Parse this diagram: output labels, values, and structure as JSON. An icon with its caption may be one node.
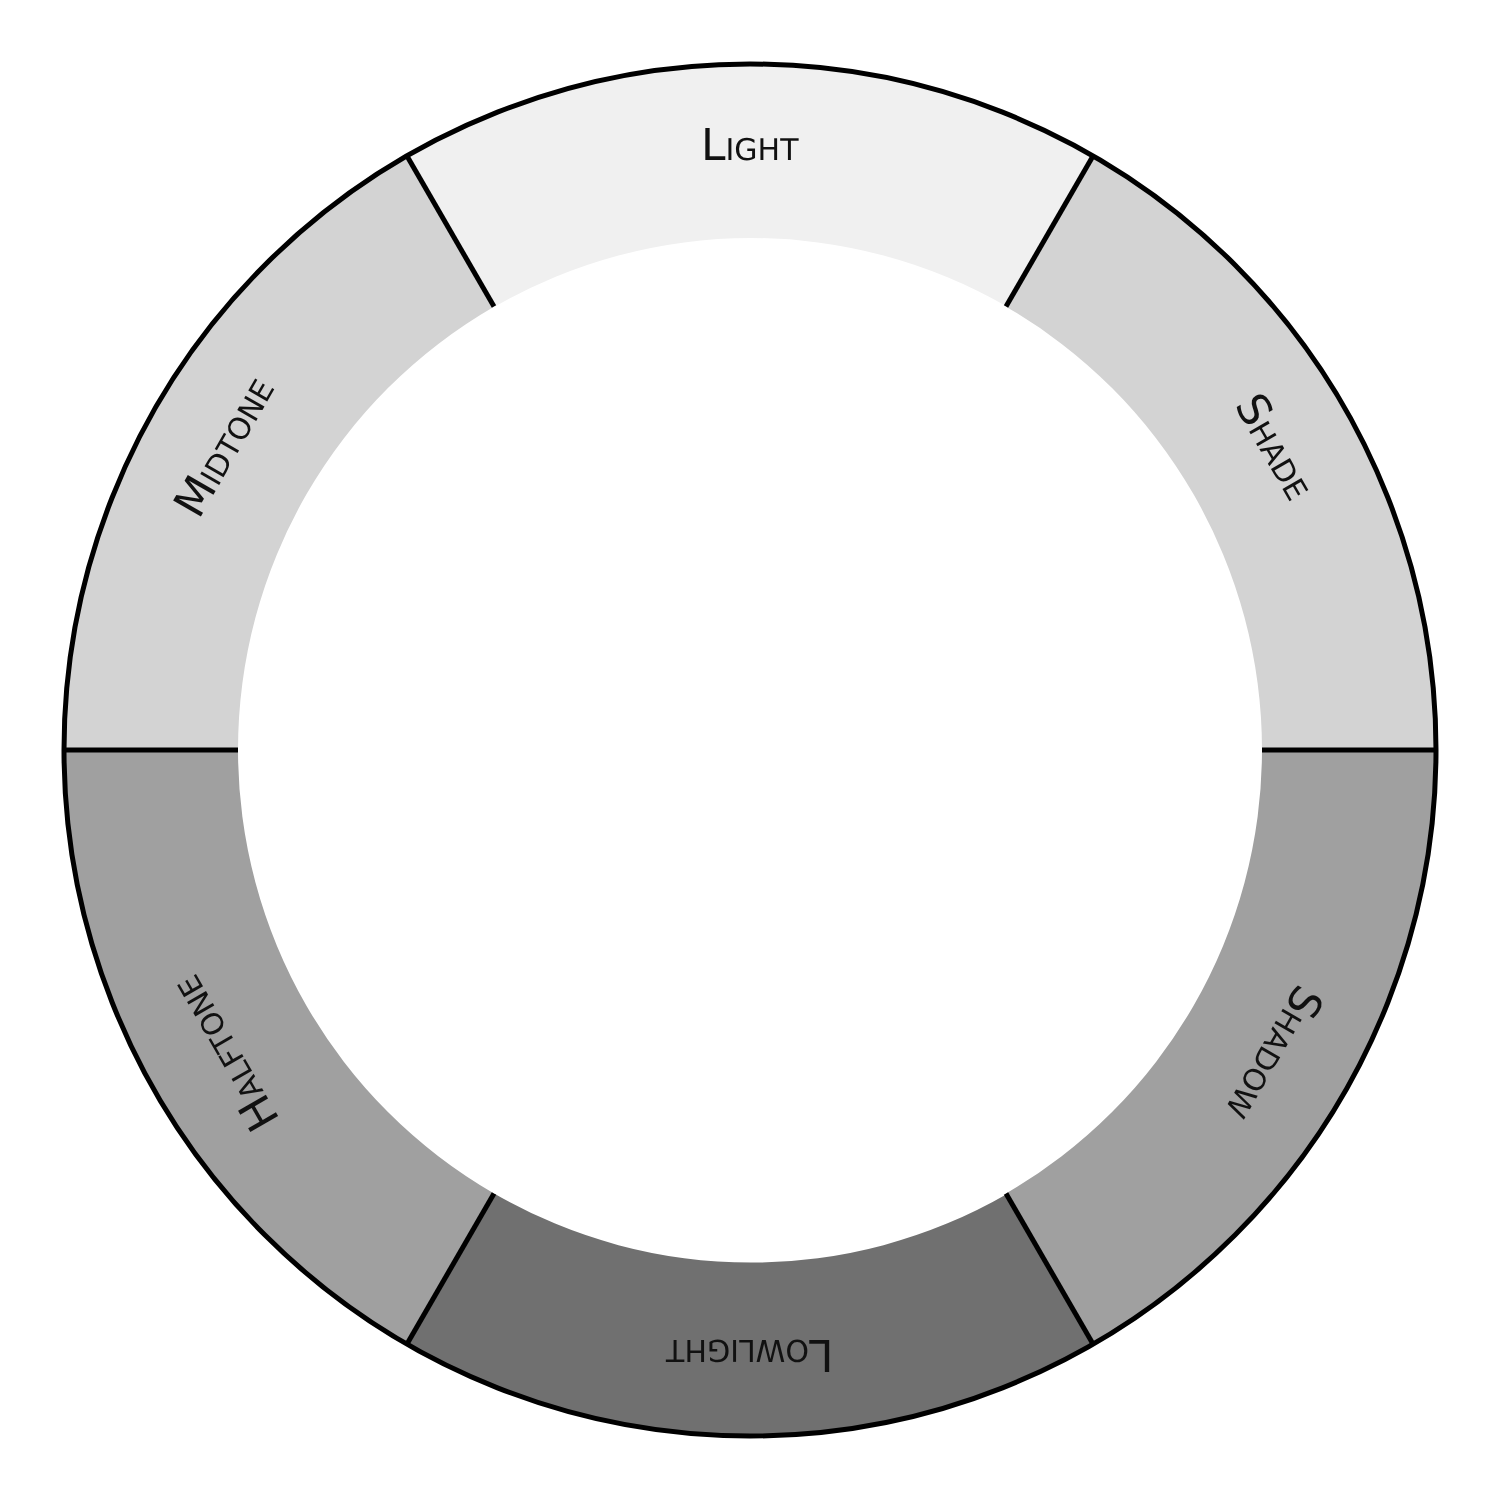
{
  "diagram": {
    "nodes": [
      {
        "text": [
          "Light"
        ]
      },
      {
        "text": [
          "Midtone"
        ]
      },
      {
        "text": [
          "Shade"
        ]
      },
      {
        "text": [
          "Halftone"
        ]
      },
      {
        "text": [
          "Shadow"
        ]
      },
      {
        "text": [
          "Lowlight"
        ]
      }
    ]
  }
}
